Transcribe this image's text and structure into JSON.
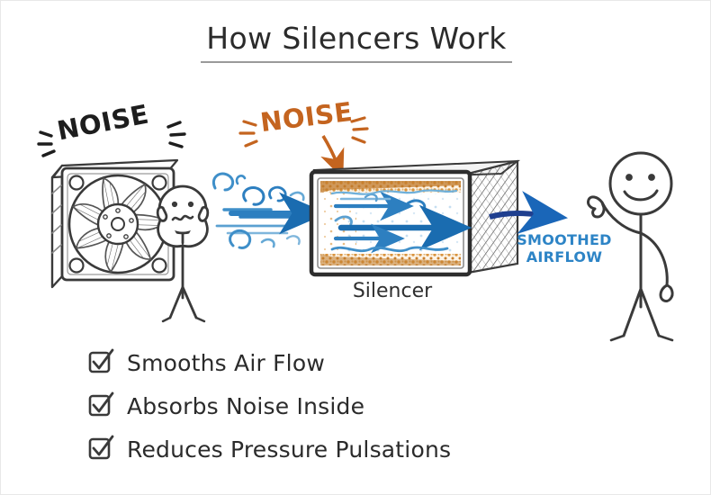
{
  "page": {
    "title": "How Silencers Work",
    "background_color": "#ffffff"
  },
  "colors": {
    "ink": "#2b2b2b",
    "noise_black": "#1d1d1d",
    "noise_orange": "#c4641f",
    "airflow_blue": "#2d84c6",
    "outflow_navy": "#1f3f8f",
    "lining_tan": "#d79a4e"
  },
  "diagram": {
    "fan": {
      "name": "axial-fan",
      "blade_count": 7,
      "corner_hole_count": 4
    },
    "noise_labels": [
      {
        "id": "fan-noise",
        "text": "NOISE",
        "color": "#1d1d1d",
        "rotation_deg": -11
      },
      {
        "id": "inlet-noise",
        "text": "NOISE",
        "color": "#c4641f",
        "rotation_deg": -7
      }
    ],
    "turbulent_airflow": {
      "name": "turbulent-airflow",
      "description": "swirling blue wind curls between fan and silencer"
    },
    "silencer": {
      "caption": "Silencer",
      "lining_material": "absorptive",
      "inner_arrow_count": 4,
      "end_face": "perforated-hatched"
    },
    "outflow": {
      "label_line_1": "SMOOTHED",
      "label_line_2": "AIRFLOW",
      "color": "#2d84c6"
    },
    "figures": [
      {
        "id": "noisy-person",
        "mood": "unhappy",
        "pose": "covering-ears"
      },
      {
        "id": "happy-person",
        "mood": "happy",
        "pose": "thumbs-up"
      }
    ]
  },
  "checklist": {
    "items": [
      {
        "label": "Smooths Air Flow",
        "checked": true
      },
      {
        "label": "Absorbs Noise Inside",
        "checked": true
      },
      {
        "label": "Reduces Pressure Pulsations",
        "checked": true
      }
    ]
  }
}
